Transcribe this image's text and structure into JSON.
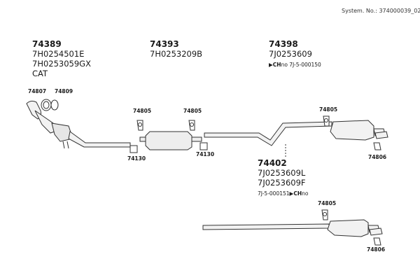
{
  "header": {
    "system_no": "System. No.: 374000039_02"
  },
  "groups": {
    "g74389": {
      "part": "74389",
      "codes": [
        "7H0254501E",
        "7H0253059GX"
      ],
      "note": "CAT"
    },
    "g74393": {
      "part": "74393",
      "codes": [
        "7H0253209B"
      ]
    },
    "g74398": {
      "part": "74398",
      "codes": [
        "7J0253609"
      ],
      "ch_text": "CH",
      "ch_suffix": "no  7J-5-000150"
    },
    "g74402": {
      "part": "74402",
      "codes": [
        "7J0253609L",
        "7J0253609F"
      ],
      "ch_prefix": "7J-5-000151",
      "ch_text": "CH",
      "ch_suffix": "no"
    }
  },
  "callouts": {
    "c74807": "74807",
    "c74809": "74809",
    "c74805_a": "74805",
    "c74805_b": "74805",
    "c74805_c": "74805",
    "c74805_d": "74805",
    "c74130_a": "74130",
    "c74130_b": "74130",
    "c74806_a": "74806",
    "c74806_b": "74806"
  }
}
